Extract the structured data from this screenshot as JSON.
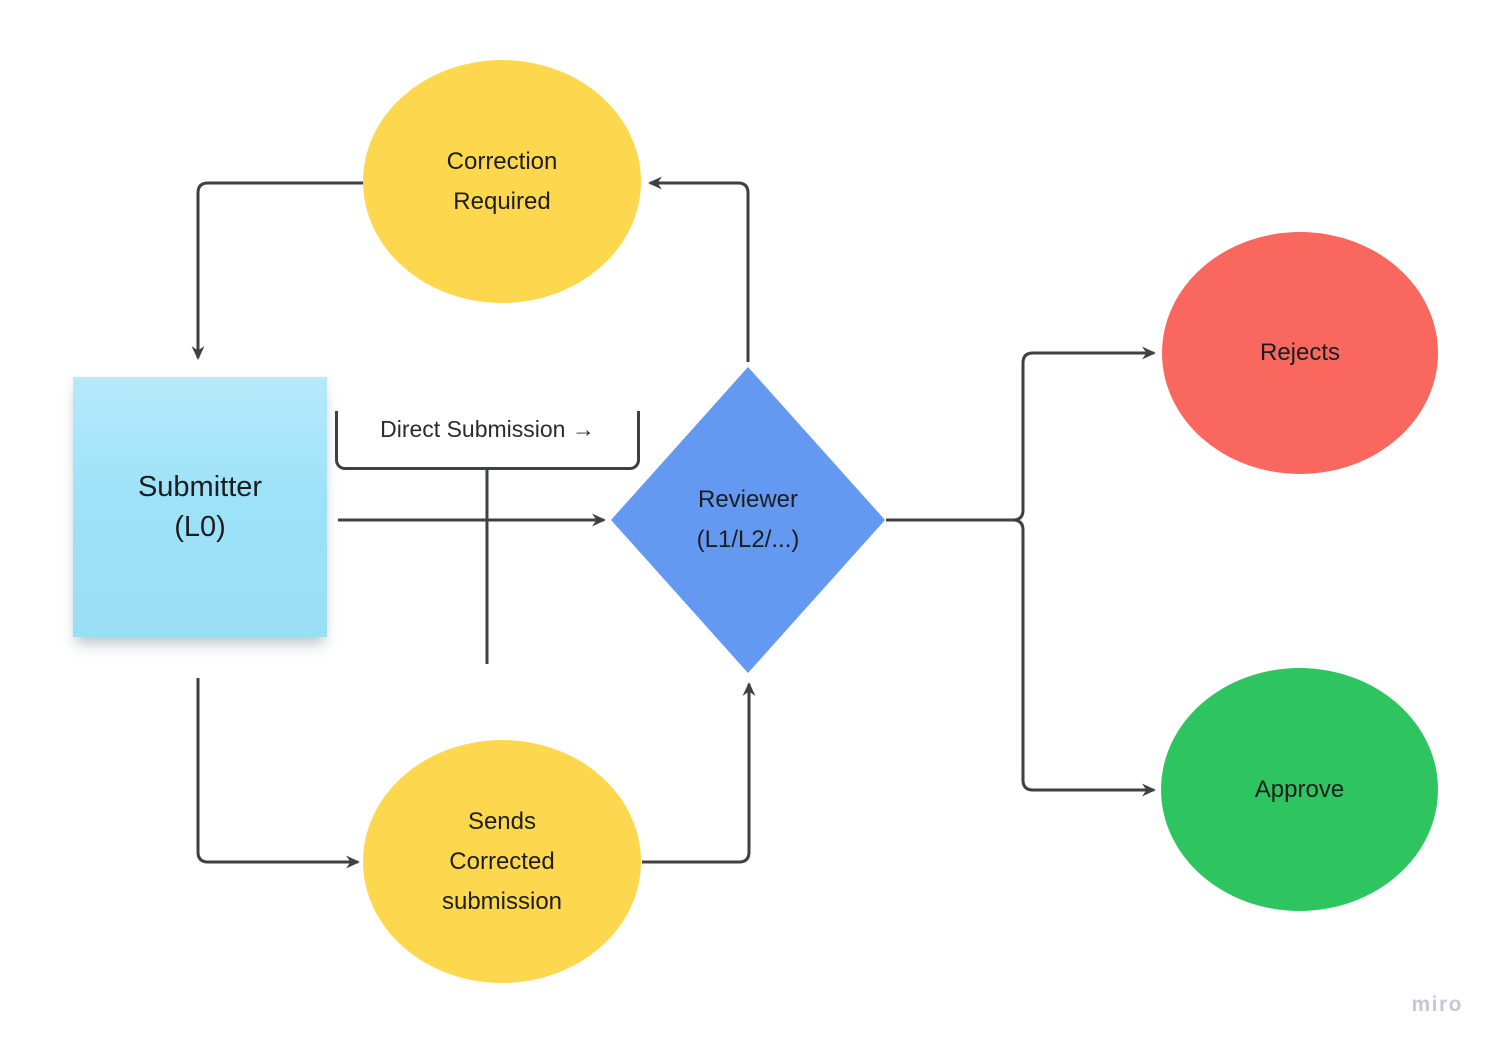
{
  "board": {
    "watermark": "miro",
    "background": "#FFFFFF"
  },
  "palette": {
    "yellow": "#FDD84E",
    "red": "#F9675F",
    "green": "#2EC561",
    "blue": "#6499F1",
    "sticky_note_blue": "#9EE2F9",
    "connector": "#3F3F46",
    "text": "#1D1D1F",
    "watermark_gray": "#C9C5D8"
  },
  "nodes": {
    "correction_required": {
      "shape": "ellipse",
      "color": "yellow",
      "label": "Correction\nRequired"
    },
    "submitter": {
      "shape": "sticky-note",
      "color": "sticky_note_blue",
      "label": "Submitter\n(L0)"
    },
    "reviewer": {
      "shape": "diamond",
      "color": "blue",
      "label": "Reviewer\n(L1/L2/...)"
    },
    "rejects": {
      "shape": "ellipse",
      "color": "red",
      "label": "Rejects"
    },
    "approve": {
      "shape": "ellipse",
      "color": "green",
      "label": "Approve"
    },
    "sends_corrected_submission": {
      "shape": "ellipse",
      "color": "yellow",
      "label": "Sends\nCorrected\nsubmission"
    }
  },
  "edges": [
    {
      "from": "submitter",
      "to": "reviewer",
      "label": "Direct Submission →"
    },
    {
      "from": "reviewer",
      "to": "correction_required",
      "label": ""
    },
    {
      "from": "correction_required",
      "to": "submitter",
      "label": ""
    },
    {
      "from": "submitter",
      "to": "sends_corrected_submission",
      "label": ""
    },
    {
      "from": "sends_corrected_submission",
      "to": "reviewer",
      "label": ""
    },
    {
      "from": "reviewer",
      "to": "rejects",
      "label": ""
    },
    {
      "from": "reviewer",
      "to": "approve",
      "label": ""
    }
  ]
}
